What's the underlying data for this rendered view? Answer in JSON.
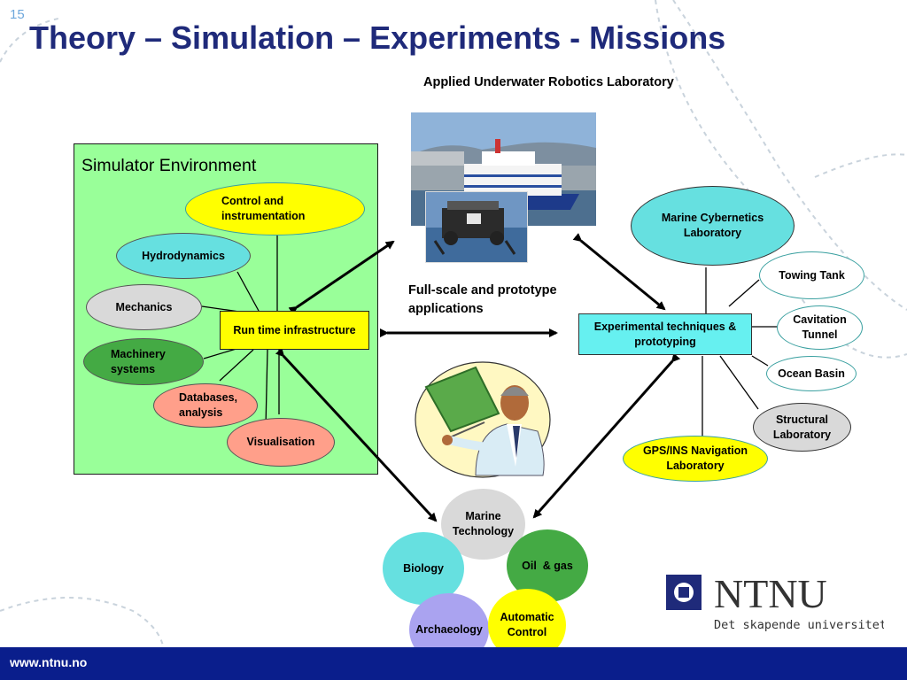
{
  "slide": {
    "number": "15",
    "title": "Theory – Simulation – Experiments - Missions",
    "lab_caption": "Applied Underwater Robotics Laboratory",
    "footer_url": "www.ntnu.no"
  },
  "simulator": {
    "title": "Simulator Environment",
    "hub": "Run time infrastructure",
    "nodes": {
      "control": "Control and instrumentation",
      "hydrodynamics": "Hydrodynamics",
      "mechanics": "Mechanics",
      "machinery": "Machinery systems",
      "databases": "Databases, analysis",
      "visualisation": "Visualisation"
    }
  },
  "center": {
    "fullscale": "Full-scale and prototype applications"
  },
  "experimental": {
    "hub": "Experimental techniques & prototyping",
    "nodes": {
      "marine_cyber": "Marine Cybernetics Laboratory",
      "towing": "Towing Tank",
      "cavitation": "Cavitation Tunnel",
      "ocean_basin": "Ocean Basin",
      "structural": "Structural Laboratory",
      "gps": "GPS/INS Navigation Laboratory"
    }
  },
  "missions": {
    "marine_tech": "Marine Technology",
    "biology": "Biology",
    "oil_gas": "Oil  & gas",
    "archaeology": "Archaeology",
    "automatic_control": "Automatic Control"
  },
  "logo": {
    "name": "NTNU",
    "tagline": "Det skapende universitet"
  },
  "colors": {
    "title": "#1f2a7a",
    "sim_bg": "#99ff99",
    "yellow": "#ffff00",
    "cyan": "#66e0e0",
    "grey": "#d9d9d9",
    "green": "#44aa44",
    "salmon": "#ff9f8a",
    "lavender": "#aaa3f0",
    "footer": "#0a1e8c"
  }
}
